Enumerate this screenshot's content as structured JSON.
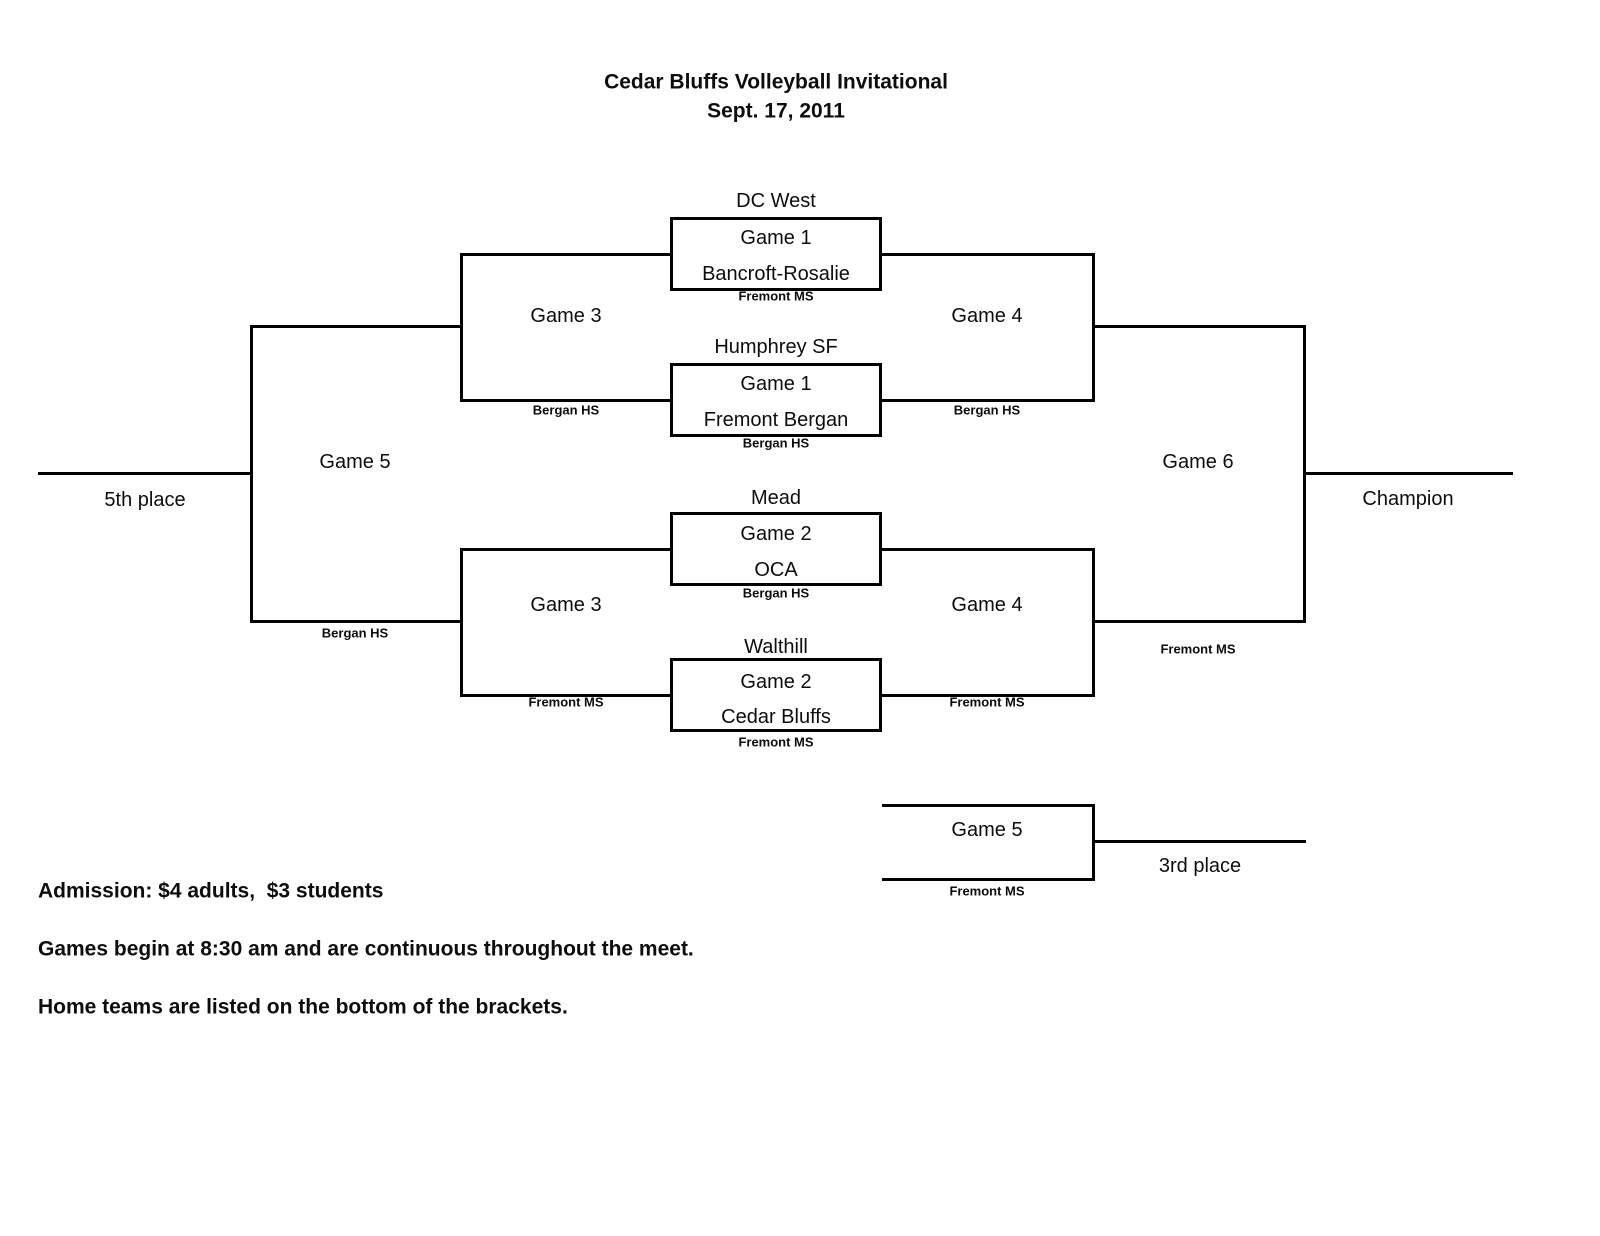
{
  "title": "Cedar Bluffs Volleyball Invitational",
  "date": "Sept. 17, 2011",
  "games": {
    "g1a": {
      "label": "Game 1",
      "top_team": "DC West",
      "bottom_team": "Bancroft-Rosalie",
      "venue": "Fremont MS"
    },
    "g1b": {
      "label": "Game 1",
      "top_team": "Humphrey SF",
      "bottom_team": "Fremont Bergan",
      "venue": "Bergan HS"
    },
    "g2a": {
      "label": "Game 2",
      "top_team": "Mead",
      "bottom_team": "OCA",
      "venue": "Bergan HS"
    },
    "g2b": {
      "label": "Game 2",
      "top_team": "Walthill",
      "bottom_team": "Cedar Bluffs",
      "venue": "Fremont MS"
    },
    "g3_top": {
      "label": "Game 3",
      "venue": "Bergan HS"
    },
    "g3_bottom": {
      "label": "Game 3",
      "venue": "Fremont MS"
    },
    "g4_top": {
      "label": "Game 4",
      "venue": "Bergan HS"
    },
    "g4_bottom": {
      "label": "Game 4",
      "venue": "Fremont MS"
    },
    "g5_consolation": {
      "label": "Game 5",
      "venue": "Bergan HS",
      "result": "5th place"
    },
    "g6_final": {
      "label": "Game 6",
      "venue": "Fremont MS",
      "result": "Champion"
    },
    "g5_third": {
      "label": "Game 5",
      "venue": "Fremont MS",
      "result": "3rd place"
    }
  },
  "notes": {
    "admission": "Admission: $4 adults,  $3 students",
    "schedule": "Games begin at 8:30 am and are continuous throughout the meet.",
    "home_teams": "Home teams are listed on the bottom of the brackets."
  },
  "colors": {
    "line": "#000000",
    "text": "#0d0d0d",
    "background": "#ffffff"
  }
}
